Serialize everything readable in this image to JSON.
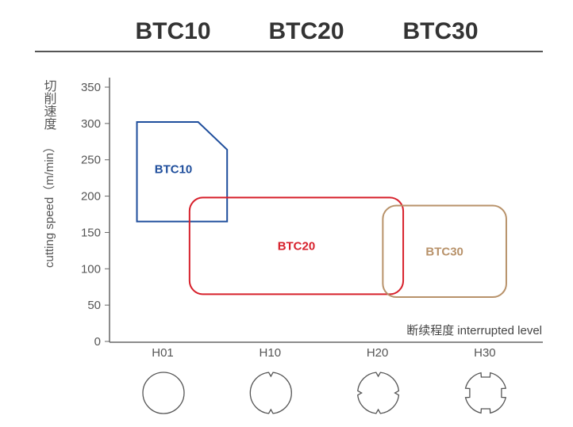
{
  "header": {
    "titles": [
      "BTC10",
      "BTC20",
      "BTC30"
    ]
  },
  "chart_data": {
    "type": "area",
    "title": "",
    "ylabel_cn": "切削速度",
    "ylabel": "cutting speed（m/min）",
    "xlabel_cn": "断续程度",
    "xlabel": "interrupted level",
    "categories": [
      "H01",
      "H10",
      "H20",
      "H30"
    ],
    "yticks": [
      0,
      50,
      100,
      150,
      200,
      250,
      300,
      350
    ],
    "ylim": [
      0,
      350
    ],
    "grid": false,
    "series": [
      {
        "name": "BTC10",
        "color": "#1f4e9c",
        "shape": "polygon",
        "points": [
          [
            -0.24,
            165
          ],
          [
            0.33,
            300
          ],
          [
            0.6,
            262
          ]
        ],
        "polygon": [
          [
            -0.24,
            165
          ],
          [
            -0.24,
            302
          ],
          [
            0.33,
            302
          ],
          [
            0.6,
            264
          ],
          [
            0.6,
            165
          ]
        ]
      },
      {
        "name": "BTC20",
        "color": "#d7202b",
        "shape": "rounded-rect",
        "x_range": [
          0.25,
          2.24
        ],
        "y_range": [
          65,
          198
        ]
      },
      {
        "name": "BTC30",
        "color": "#b8926a",
        "shape": "rounded-rect",
        "x_range": [
          2.05,
          3.2
        ],
        "y_range": [
          61,
          187
        ]
      }
    ],
    "section_icons": [
      "plain-circle",
      "two-notch-circle",
      "four-v-notch-circle",
      "four-slot-circle"
    ]
  }
}
